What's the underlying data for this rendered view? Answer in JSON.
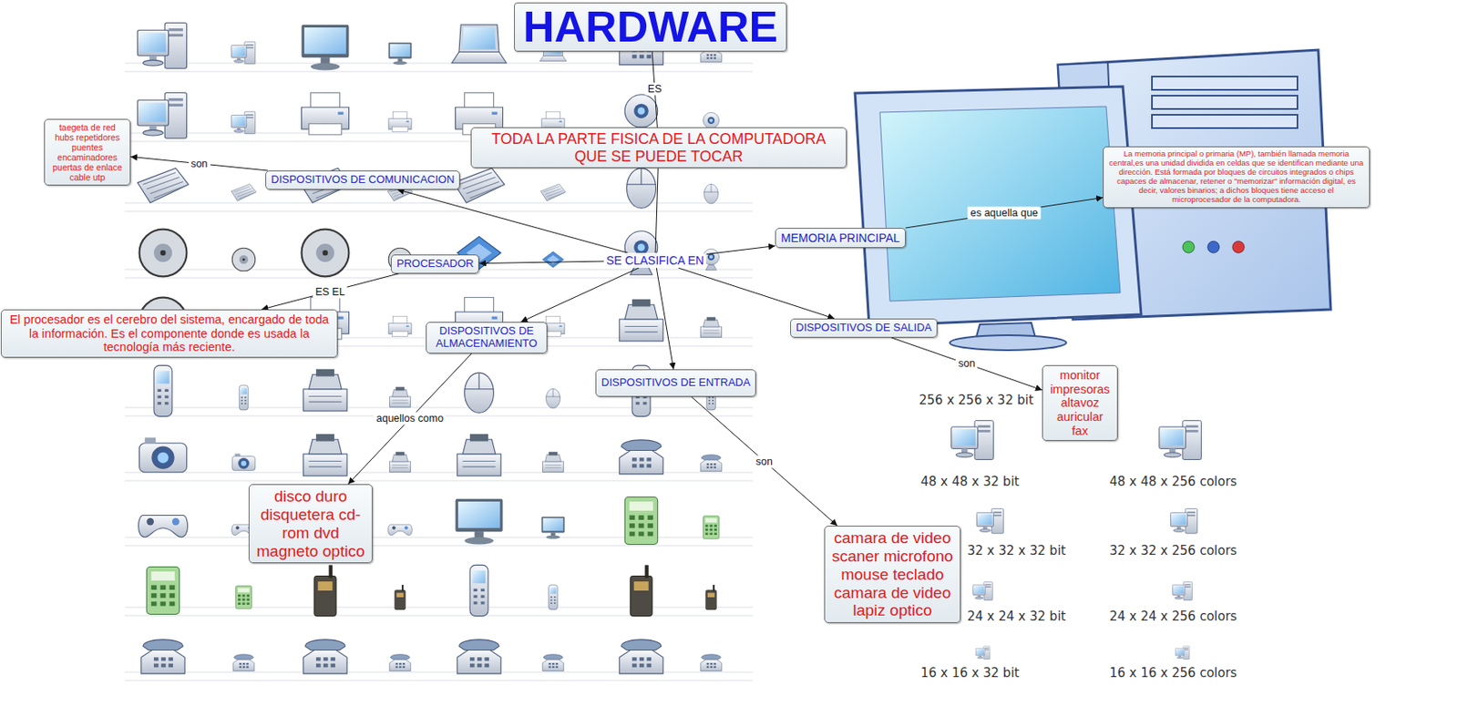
{
  "diagram": {
    "nodes": [
      {
        "text": [
          "HARDWARE"
        ]
      },
      {
        "text": [
          "TODA LA PARTE FISICA DE LA COMPUTADORA QUE SE PUEDE TOCAR"
        ]
      },
      {
        "text": [
          "SE CLASIFICA EN"
        ]
      },
      {
        "text": [
          "DISPOSITIVOS DE COMUNICACION"
        ]
      },
      {
        "text": [
          "taegeta de red hubs repetidores puentes encaminadores puertas de enlace cable utp"
        ]
      },
      {
        "text": [
          "PROCESADOR"
        ]
      },
      {
        "text": [
          "El procesador es el cerebro del sistema, encargado de toda la información. Es el componente donde es usada la tecnología más reciente."
        ]
      },
      {
        "text": [
          "MEMORIA PRINCIPAL"
        ]
      },
      {
        "text": [
          "La memoria principal o primaria (MP), también llamada memoria central,es una unidad dividida en celdas que se identifican mediante una dirección. Está formada por bloques de circuitos integrados o chips capaces de almacenar, retener o \"memorizar\" información digital, es decir, valores binarios; a dichos bloques tiene acceso el microprocesador de la computadora."
        ]
      },
      {
        "text": [
          "DISPOSITIVOS DE SALIDA"
        ]
      },
      {
        "text": [
          "monitor impresoras altavoz auricular fax"
        ]
      },
      {
        "text": [
          "DISPOSITIVOS DE ALMACENAMIENTO"
        ]
      },
      {
        "text": [
          "disco duro disquetera cd-rom dvd magneto optico"
        ]
      },
      {
        "text": [
          "DISPOSITIVOS DE ENTRADA"
        ]
      },
      {
        "text": [
          "camara de video scaner microfono mouse teclado camara de video lapiz optico"
        ]
      }
    ],
    "edges": [
      {
        "from": 0,
        "to": 1,
        "label": "ES",
        "arrow": "none"
      },
      {
        "from": 1,
        "to": 2,
        "arrow": "none"
      },
      {
        "from": 2,
        "to": 3,
        "arrow": "to"
      },
      {
        "from": 2,
        "to": 5,
        "arrow": "to"
      },
      {
        "from": 2,
        "to": 7,
        "arrow": "to"
      },
      {
        "from": 2,
        "to": 9,
        "arrow": "to"
      },
      {
        "from": 2,
        "to": 11,
        "arrow": "to"
      },
      {
        "from": 2,
        "to": 13,
        "arrow": "to"
      },
      {
        "from": 3,
        "to": 4,
        "label": "son",
        "arrow": "to"
      },
      {
        "from": 5,
        "to": 6,
        "label": "ES EL",
        "arrow": "to"
      },
      {
        "from": 7,
        "to": 8,
        "label": "es aquella que",
        "arrow": "to"
      },
      {
        "from": 9,
        "to": 10,
        "label": "son",
        "arrow": "to"
      },
      {
        "from": 11,
        "to": 12,
        "label": "aquellos como",
        "arrow": "to"
      },
      {
        "from": 13,
        "to": 14,
        "label": "son",
        "arrow": "to"
      }
    ],
    "labels": [
      "256 x 256 x 32 bit",
      "48 x 48 x 32 bit",
      "48 x 48 x 256 colors",
      "32 x 32 x 32 bit",
      "32 x 32 x 256 colors",
      "24 x 24 x 32 bit",
      "24 x 24 x 256 colors",
      "16 x 16 x 32 bit",
      "16 x 16 x 256 colors"
    ]
  }
}
